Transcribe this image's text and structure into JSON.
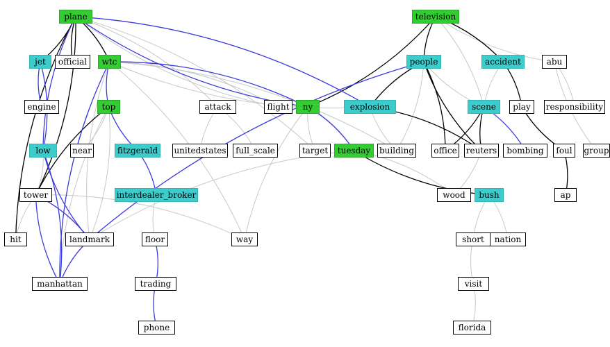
{
  "colors": {
    "plain_fill": "#ffffff",
    "green_fill": "#33cc33",
    "teal_fill": "#3dcccc",
    "edge_gray": "#c8c8c8",
    "edge_black": "#000000",
    "edge_blue": "#3b3bdb"
  },
  "nodes": [
    {
      "id": "plane",
      "label": "plane",
      "style": "green"
    },
    {
      "id": "television",
      "label": "television",
      "style": "green"
    },
    {
      "id": "jet",
      "label": "jet",
      "style": "teal"
    },
    {
      "id": "official",
      "label": "official",
      "style": "plain"
    },
    {
      "id": "wtc",
      "label": "wtc",
      "style": "green"
    },
    {
      "id": "people",
      "label": "people",
      "style": "teal"
    },
    {
      "id": "accident",
      "label": "accident",
      "style": "teal"
    },
    {
      "id": "abu",
      "label": "abu",
      "style": "plain"
    },
    {
      "id": "engine",
      "label": "engine",
      "style": "plain"
    },
    {
      "id": "top",
      "label": "top",
      "style": "green"
    },
    {
      "id": "attack",
      "label": "attack",
      "style": "plain"
    },
    {
      "id": "flight",
      "label": "flight",
      "style": "plain"
    },
    {
      "id": "ny",
      "label": "ny",
      "style": "green"
    },
    {
      "id": "explosion",
      "label": "explosion",
      "style": "teal"
    },
    {
      "id": "scene",
      "label": "scene",
      "style": "teal"
    },
    {
      "id": "play",
      "label": "play",
      "style": "plain"
    },
    {
      "id": "responsibility",
      "label": "responsibility",
      "style": "plain"
    },
    {
      "id": "low",
      "label": "low",
      "style": "teal"
    },
    {
      "id": "near",
      "label": "near",
      "style": "plain"
    },
    {
      "id": "fitzgerald",
      "label": "fitzgerald",
      "style": "teal"
    },
    {
      "id": "unitedstates",
      "label": "unitedstates",
      "style": "plain"
    },
    {
      "id": "full_scale",
      "label": "full_scale",
      "style": "plain"
    },
    {
      "id": "target",
      "label": "target",
      "style": "plain"
    },
    {
      "id": "tuesday",
      "label": "tuesday",
      "style": "green"
    },
    {
      "id": "building",
      "label": "building",
      "style": "plain"
    },
    {
      "id": "office",
      "label": "office",
      "style": "plain"
    },
    {
      "id": "reuters",
      "label": "reuters",
      "style": "plain"
    },
    {
      "id": "bombing",
      "label": "bombing",
      "style": "plain"
    },
    {
      "id": "foul",
      "label": "foul",
      "style": "plain"
    },
    {
      "id": "group",
      "label": "group",
      "style": "plain"
    },
    {
      "id": "tower",
      "label": "tower",
      "style": "plain"
    },
    {
      "id": "interdealer_broker",
      "label": "interdealer_broker",
      "style": "teal"
    },
    {
      "id": "wood",
      "label": "wood",
      "style": "plain"
    },
    {
      "id": "bush",
      "label": "bush",
      "style": "teal"
    },
    {
      "id": "ap",
      "label": "ap",
      "style": "plain"
    },
    {
      "id": "hit",
      "label": "hit",
      "style": "plain"
    },
    {
      "id": "landmark",
      "label": "landmark",
      "style": "plain"
    },
    {
      "id": "floor",
      "label": "floor",
      "style": "plain"
    },
    {
      "id": "way",
      "label": "way",
      "style": "plain"
    },
    {
      "id": "short",
      "label": "short",
      "style": "plain"
    },
    {
      "id": "nation",
      "label": "nation",
      "style": "plain"
    },
    {
      "id": "manhattan",
      "label": "manhattan",
      "style": "plain"
    },
    {
      "id": "trading",
      "label": "trading",
      "style": "plain"
    },
    {
      "id": "visit",
      "label": "visit",
      "style": "plain"
    },
    {
      "id": "phone",
      "label": "phone",
      "style": "plain"
    },
    {
      "id": "florida",
      "label": "florida",
      "style": "plain"
    }
  ],
  "edges": [
    {
      "from": "plane",
      "to": "jet",
      "color": "black"
    },
    {
      "from": "plane",
      "to": "official",
      "color": "black"
    },
    {
      "from": "plane",
      "to": "wtc",
      "color": "black"
    },
    {
      "from": "plane",
      "to": "ny",
      "color": "blue"
    },
    {
      "from": "plane",
      "to": "explosion",
      "color": "blue"
    },
    {
      "from": "plane",
      "to": "hit",
      "color": "black"
    },
    {
      "from": "plane",
      "to": "tower",
      "color": "black"
    },
    {
      "from": "plane",
      "to": "low",
      "color": "blue"
    },
    {
      "from": "plane",
      "to": "attack",
      "color": "gray"
    },
    {
      "from": "plane",
      "to": "flight",
      "color": "gray"
    },
    {
      "from": "plane",
      "to": "target",
      "color": "gray"
    },
    {
      "from": "jet",
      "to": "engine",
      "color": "blue"
    },
    {
      "from": "jet",
      "to": "low",
      "color": "blue"
    },
    {
      "from": "wtc",
      "to": "top",
      "color": "blue"
    },
    {
      "from": "wtc",
      "to": "ny",
      "color": "blue"
    },
    {
      "from": "wtc",
      "to": "manhattan",
      "color": "blue"
    },
    {
      "from": "wtc",
      "to": "flight",
      "color": "gray"
    },
    {
      "from": "wtc",
      "to": "explosion",
      "color": "gray"
    },
    {
      "from": "wtc",
      "to": "building",
      "color": "gray"
    },
    {
      "from": "wtc",
      "to": "landmark",
      "color": "gray"
    },
    {
      "from": "wtc",
      "to": "way",
      "color": "gray"
    },
    {
      "from": "top",
      "to": "fitzgerald",
      "color": "blue"
    },
    {
      "from": "top",
      "to": "near",
      "color": "gray"
    },
    {
      "from": "top",
      "to": "tower",
      "color": "black"
    },
    {
      "from": "top",
      "to": "landmark",
      "color": "gray"
    },
    {
      "from": "top",
      "to": "manhattan",
      "color": "gray"
    },
    {
      "from": "fitzgerald",
      "to": "interdealer_broker",
      "color": "blue"
    },
    {
      "from": "interdealer_broker",
      "to": "floor",
      "color": "gray"
    },
    {
      "from": "floor",
      "to": "trading",
      "color": "blue"
    },
    {
      "from": "trading",
      "to": "phone",
      "color": "blue"
    },
    {
      "from": "low",
      "to": "tower",
      "color": "gray"
    },
    {
      "from": "low",
      "to": "landmark",
      "color": "blue"
    },
    {
      "from": "low",
      "to": "manhattan",
      "color": "blue"
    },
    {
      "from": "tower",
      "to": "hit",
      "color": "gray"
    },
    {
      "from": "tower",
      "to": "landmark",
      "color": "blue"
    },
    {
      "from": "tower",
      "to": "manhattan",
      "color": "blue"
    },
    {
      "from": "tower",
      "to": "way",
      "color": "gray"
    },
    {
      "from": "landmark",
      "to": "manhattan",
      "color": "blue"
    },
    {
      "from": "landmark",
      "to": "people",
      "color": "blue"
    },
    {
      "from": "attack",
      "to": "unitedstates",
      "color": "gray"
    },
    {
      "from": "attack",
      "to": "full_scale",
      "color": "gray"
    },
    {
      "from": "ny",
      "to": "target",
      "color": "gray"
    },
    {
      "from": "ny",
      "to": "tuesday",
      "color": "blue"
    },
    {
      "from": "ny",
      "to": "way",
      "color": "gray"
    },
    {
      "from": "television",
      "to": "ny",
      "color": "black"
    },
    {
      "from": "television",
      "to": "people",
      "color": "black"
    },
    {
      "from": "television",
      "to": "accident",
      "color": "black"
    },
    {
      "from": "television",
      "to": "abu",
      "color": "gray"
    },
    {
      "from": "television",
      "to": "scene",
      "color": "gray"
    },
    {
      "from": "people",
      "to": "explosion",
      "color": "black"
    },
    {
      "from": "people",
      "to": "office",
      "color": "black"
    },
    {
      "from": "people",
      "to": "reuters",
      "color": "black"
    },
    {
      "from": "people",
      "to": "building",
      "color": "gray"
    },
    {
      "from": "people",
      "to": "scene",
      "color": "gray"
    },
    {
      "from": "accident",
      "to": "play",
      "color": "black"
    },
    {
      "from": "accident",
      "to": "scene",
      "color": "gray"
    },
    {
      "from": "abu",
      "to": "responsibility",
      "color": "gray"
    },
    {
      "from": "abu",
      "to": "group",
      "color": "gray"
    },
    {
      "from": "explosion",
      "to": "reuters",
      "color": "black"
    },
    {
      "from": "explosion",
      "to": "building",
      "color": "gray"
    },
    {
      "from": "scene",
      "to": "office",
      "color": "black"
    },
    {
      "from": "scene",
      "to": "reuters",
      "color": "black"
    },
    {
      "from": "scene",
      "to": "bombing",
      "color": "blue"
    },
    {
      "from": "play",
      "to": "foul",
      "color": "black"
    },
    {
      "from": "foul",
      "to": "ap",
      "color": "black"
    },
    {
      "from": "tuesday",
      "to": "bush",
      "color": "black"
    },
    {
      "from": "tuesday",
      "to": "wood",
      "color": "gray"
    },
    {
      "from": "tuesday",
      "to": "landmark",
      "color": "gray"
    },
    {
      "from": "reuters",
      "to": "wood",
      "color": "gray"
    },
    {
      "from": "bush",
      "to": "short",
      "color": "gray"
    },
    {
      "from": "bush",
      "to": "nation",
      "color": "gray"
    },
    {
      "from": "short",
      "to": "visit",
      "color": "gray"
    },
    {
      "from": "visit",
      "to": "florida",
      "color": "gray"
    }
  ]
}
